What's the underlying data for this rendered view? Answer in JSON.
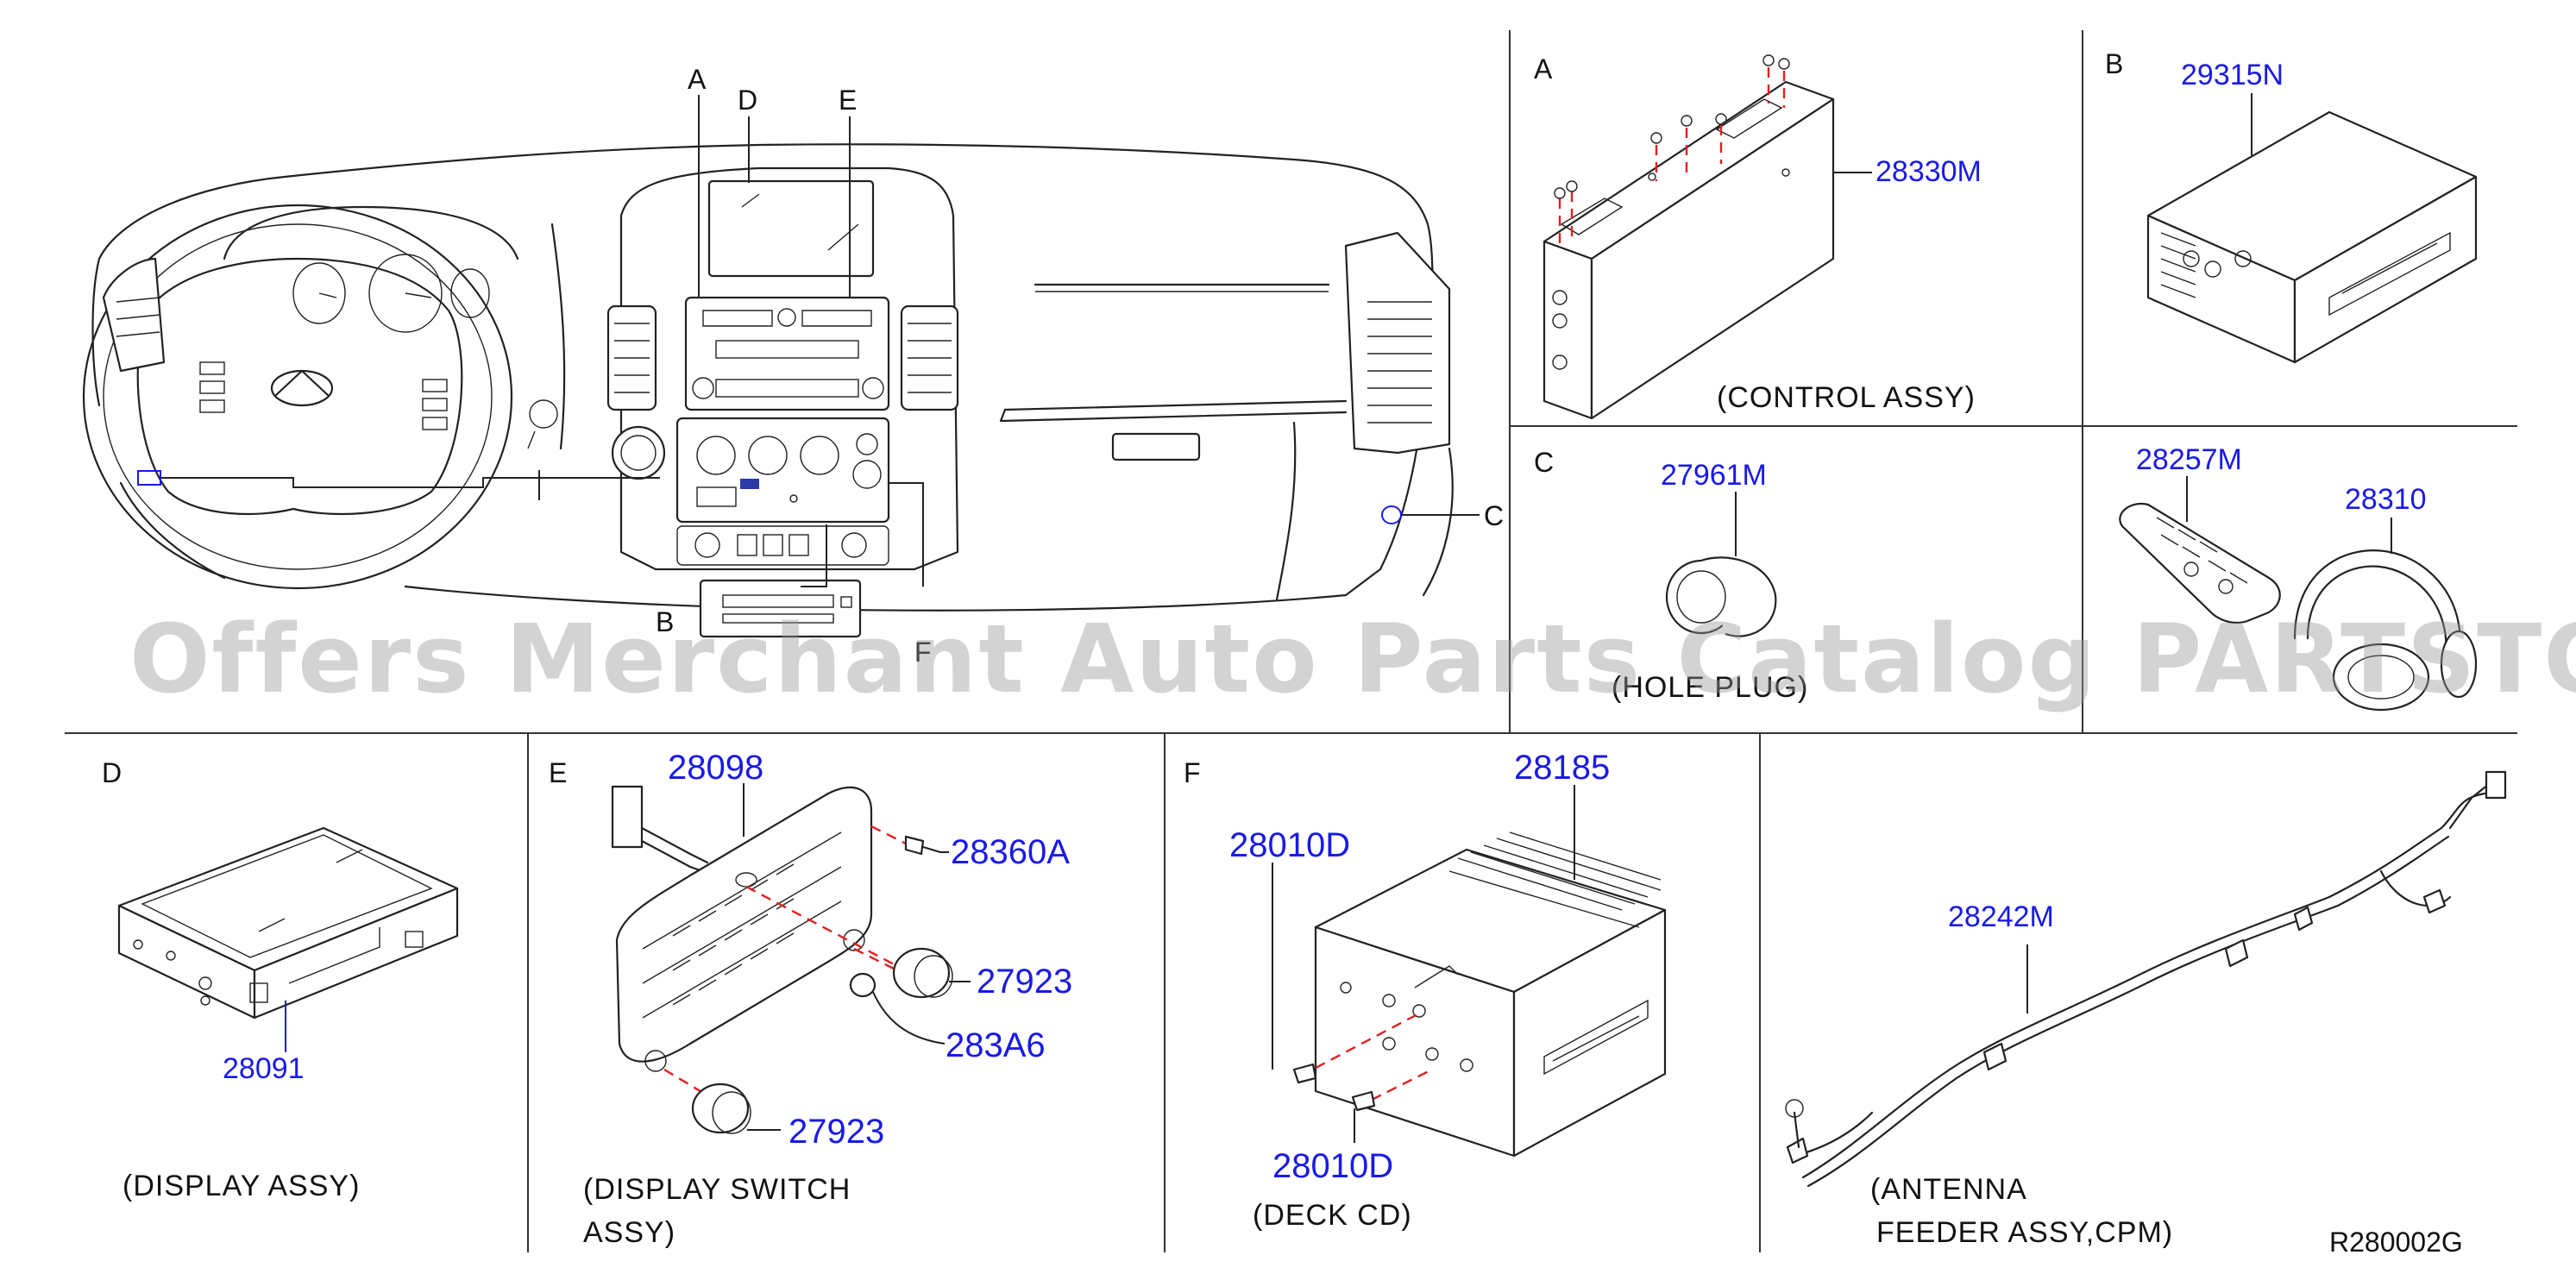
{
  "sections": {
    "A": "A",
    "B": "B",
    "C": "C",
    "D": "D",
    "E": "E",
    "F": "F"
  },
  "overview_callouts": {
    "A": "A",
    "D": "D",
    "E": "E",
    "B": "B",
    "C": "C",
    "F": "F"
  },
  "parts": {
    "control_assy": "28330M",
    "deck_b": "29315N",
    "hole_plug": "27961M",
    "remote": "28257M",
    "headphones": "28310",
    "display_assy": "28091",
    "display_switch_assy": "28098",
    "screw_e": "28360A",
    "knob_top": "27923",
    "knob_small": "283A6",
    "knob_bottom": "27923",
    "deck_cd": "28185",
    "screw_f_top": "28010D",
    "screw_f_bottom": "28010D",
    "antenna_feeder": "28242M"
  },
  "captions": {
    "control_assy": "(CONTROL   ASSY)",
    "hole_plug": "(HOLE   PLUG)",
    "display_assy": "(DISPLAY   ASSY)",
    "display_switch_line1": "(DISPLAY   SWITCH",
    "display_switch_line2": "ASSY)",
    "deck_cd": "(DECK   CD)",
    "antenna_line1": "(ANTENNA",
    "antenna_line2": "FEEDER   ASSY,CPM)"
  },
  "reference_code": "R280002G",
  "watermark": "Offers Merchant Auto Parts Catalog PARTSTORE.SA",
  "colors": {
    "part_number": "#1a1ae6",
    "leader_dash": "#e02020",
    "ink": "#222222"
  }
}
